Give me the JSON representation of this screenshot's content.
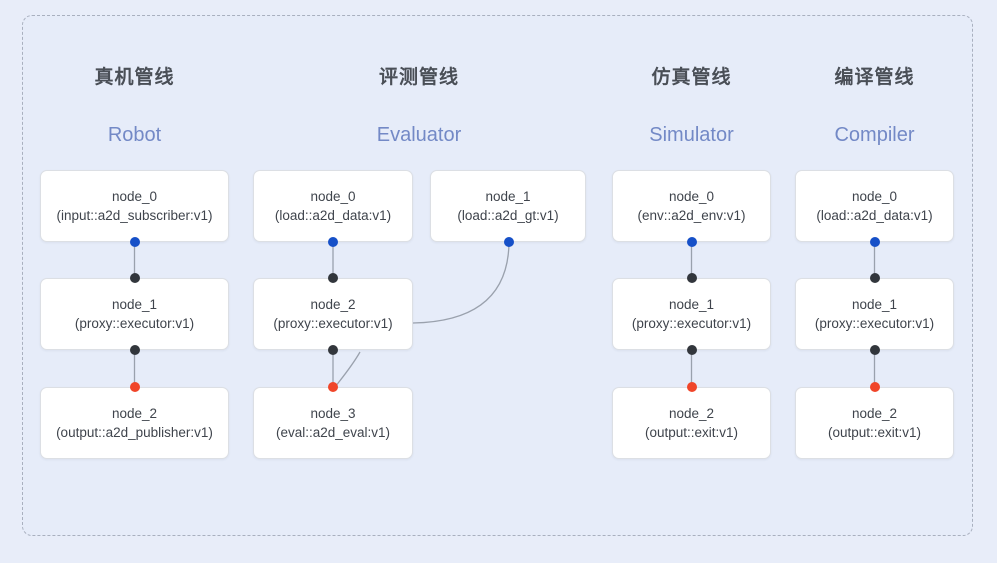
{
  "diagram": {
    "background_color": "#e8edf9",
    "frame_border_color": "#a9b0bf",
    "port_colors": {
      "input": "#1650c8",
      "middle": "#32363c",
      "output": "#f04529"
    },
    "title_cn_color": "#4a4f57",
    "title_en_color": "#7389c6"
  },
  "columns": [
    {
      "title_cn": "真机管线",
      "title_en": "Robot",
      "lanes": [
        {
          "nodes": [
            {
              "id": "node_0",
              "spec": "(input::a2d_subscriber:v1)"
            },
            {
              "id": "node_1",
              "spec": "(proxy::executor:v1)"
            },
            {
              "id": "node_2",
              "spec": "(output::a2d_publisher:v1)"
            }
          ]
        }
      ]
    },
    {
      "title_cn": "评测管线",
      "title_en": "Evaluator",
      "lanes": [
        {
          "nodes": [
            {
              "id": "node_0",
              "spec": "(load::a2d_data:v1)"
            },
            {
              "id": "node_2",
              "spec": "(proxy::executor:v1)"
            },
            {
              "id": "node_3",
              "spec": "(eval::a2d_eval:v1)"
            }
          ]
        },
        {
          "nodes": [
            {
              "id": "node_1",
              "spec": "(load::a2d_gt:v1)"
            }
          ]
        }
      ]
    },
    {
      "title_cn": "仿真管线",
      "title_en": "Simulator",
      "lanes": [
        {
          "nodes": [
            {
              "id": "node_0",
              "spec": "(env::a2d_env:v1)"
            },
            {
              "id": "node_1",
              "spec": "(proxy::executor:v1)"
            },
            {
              "id": "node_2",
              "spec": "(output::exit:v1)"
            }
          ]
        }
      ]
    },
    {
      "title_cn": "编译管线",
      "title_en": "Compiler",
      "lanes": [
        {
          "nodes": [
            {
              "id": "node_0",
              "spec": "(load::a2d_data:v1)"
            },
            {
              "id": "node_1",
              "spec": "(proxy::executor:v1)"
            },
            {
              "id": "node_2",
              "spec": "(output::exit:v1)"
            }
          ]
        }
      ]
    }
  ]
}
